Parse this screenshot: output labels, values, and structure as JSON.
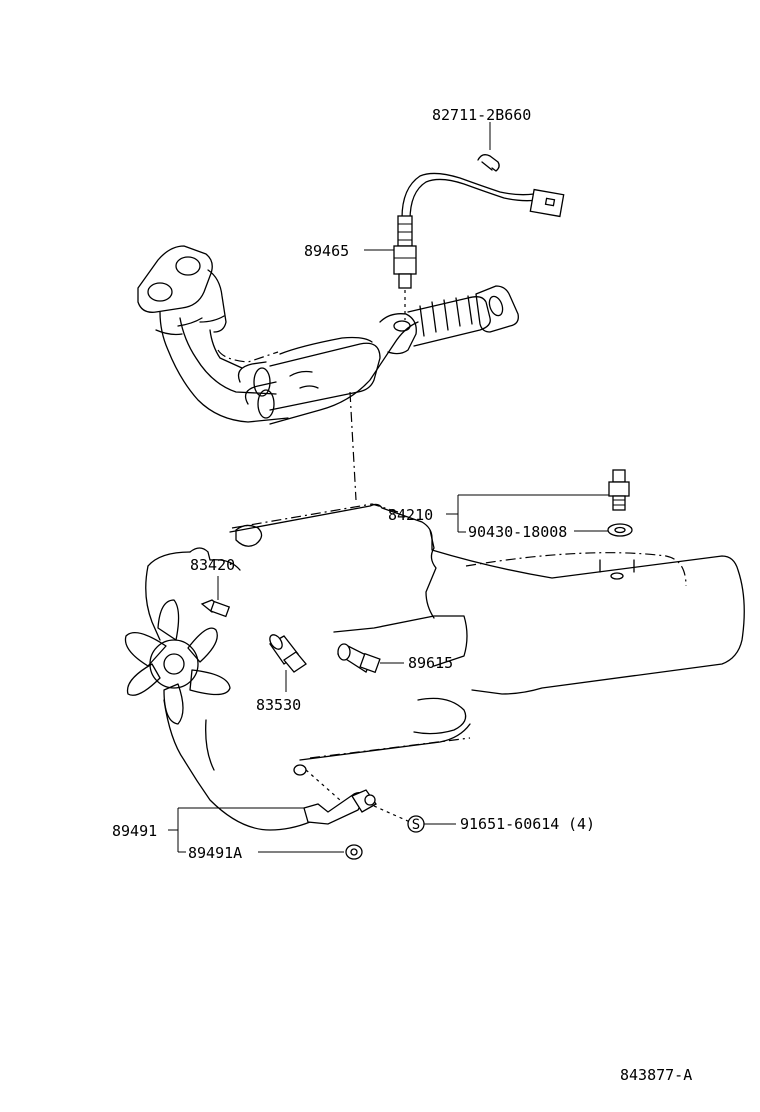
{
  "labels": {
    "p82711": "82711-2B660",
    "p89465": "89465",
    "p84210": "84210",
    "p90430": "90430-18008",
    "p83420": "83420",
    "p89615": "89615",
    "p83530": "83530",
    "p89491": "89491",
    "p89491a": "89491A",
    "p91651": "91651-60614",
    "p91651_qty": "(4)",
    "symbol_s": "S",
    "ref": "843877-A"
  }
}
